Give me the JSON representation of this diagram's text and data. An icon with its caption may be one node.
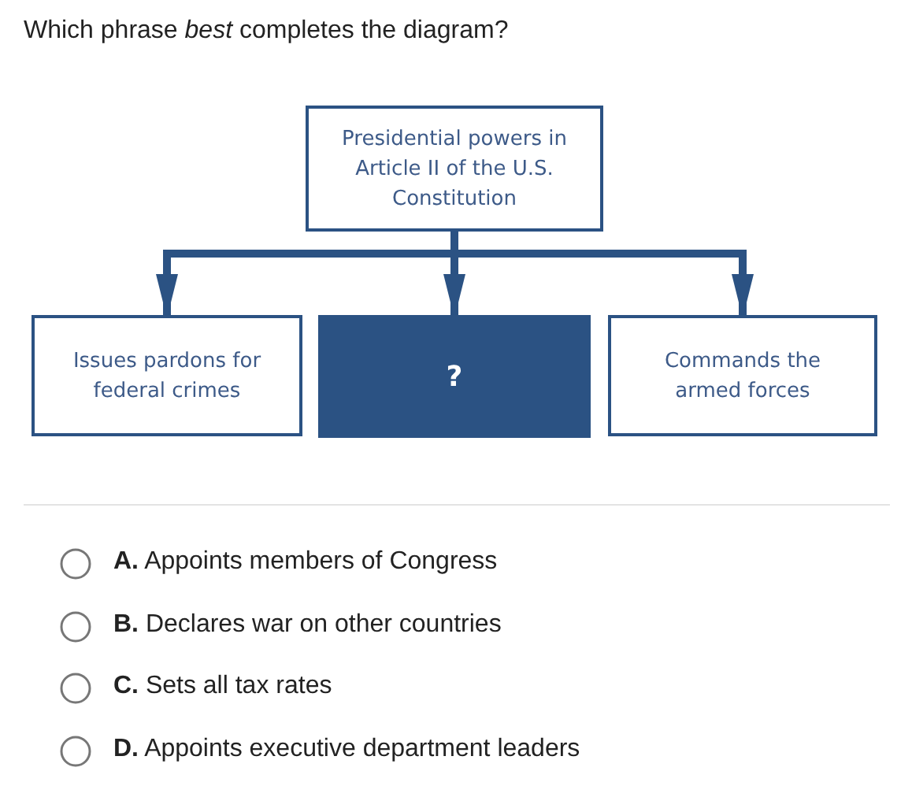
{
  "diagram": {
    "title": "Which phrase *best* completes the diagram?",
    "nodes": [
      {
        "text": [
          "Presidential powers in Article II of the U.S. Constitution"
        ]
      },
      {
        "text": [
          "Issues pardons for federal crimes"
        ]
      },
      {
        "text": [
          "?"
        ]
      },
      {
        "text": [
          "Commands the armed forces"
        ]
      }
    ],
    "edges": [
      {
        "from": 0,
        "to": 1,
        "arrow": "to"
      },
      {
        "from": 0,
        "to": 2,
        "arrow": "to"
      },
      {
        "from": 0,
        "to": 3,
        "arrow": "to"
      }
    ],
    "labels": [
      "**A.** Appoints members of Congress",
      "**B.** Declares war on other countries",
      "**C.** Sets all tax rates",
      "**D.** Appoints executive department leaders"
    ]
  }
}
